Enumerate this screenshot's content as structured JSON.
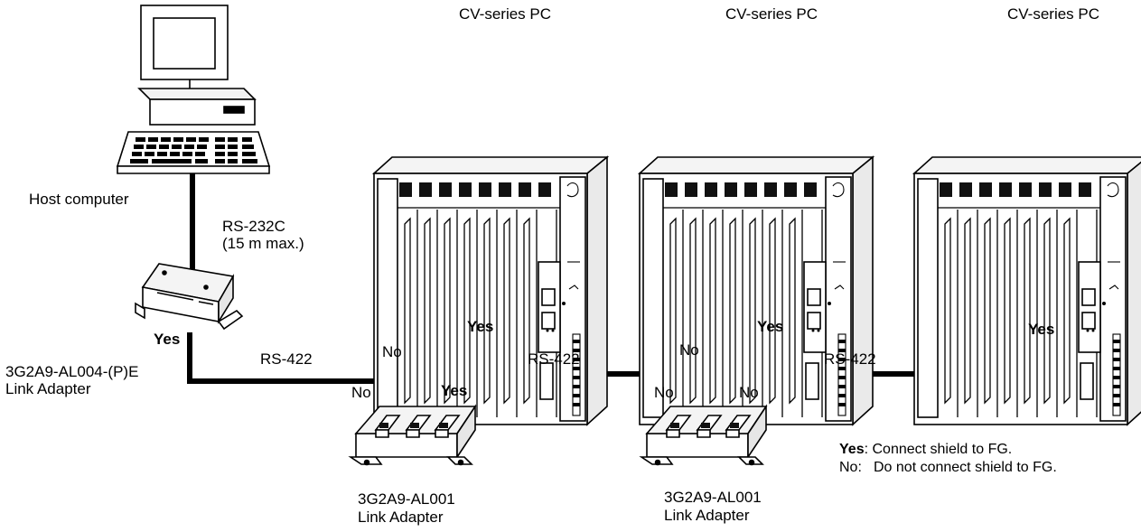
{
  "labels": {
    "pc": "CV-series PC",
    "host": "Host computer",
    "rs232_line1": "RS-232C",
    "rs232_line2": "(15 m max.)",
    "rs422": "RS-422",
    "yes": "Yes",
    "no": "No",
    "al004_line1": "3G2A9-AL004-(P)E",
    "al004_line2": "Link Adapter",
    "al001_line1": "3G2A9-AL001",
    "al001_line2": "Link Adapter"
  },
  "legend": {
    "yes_key": "Yes",
    "yes_text": ":  Connect shield to FG.",
    "no_key": "No:",
    "no_text": "Do not connect shield to FG."
  }
}
